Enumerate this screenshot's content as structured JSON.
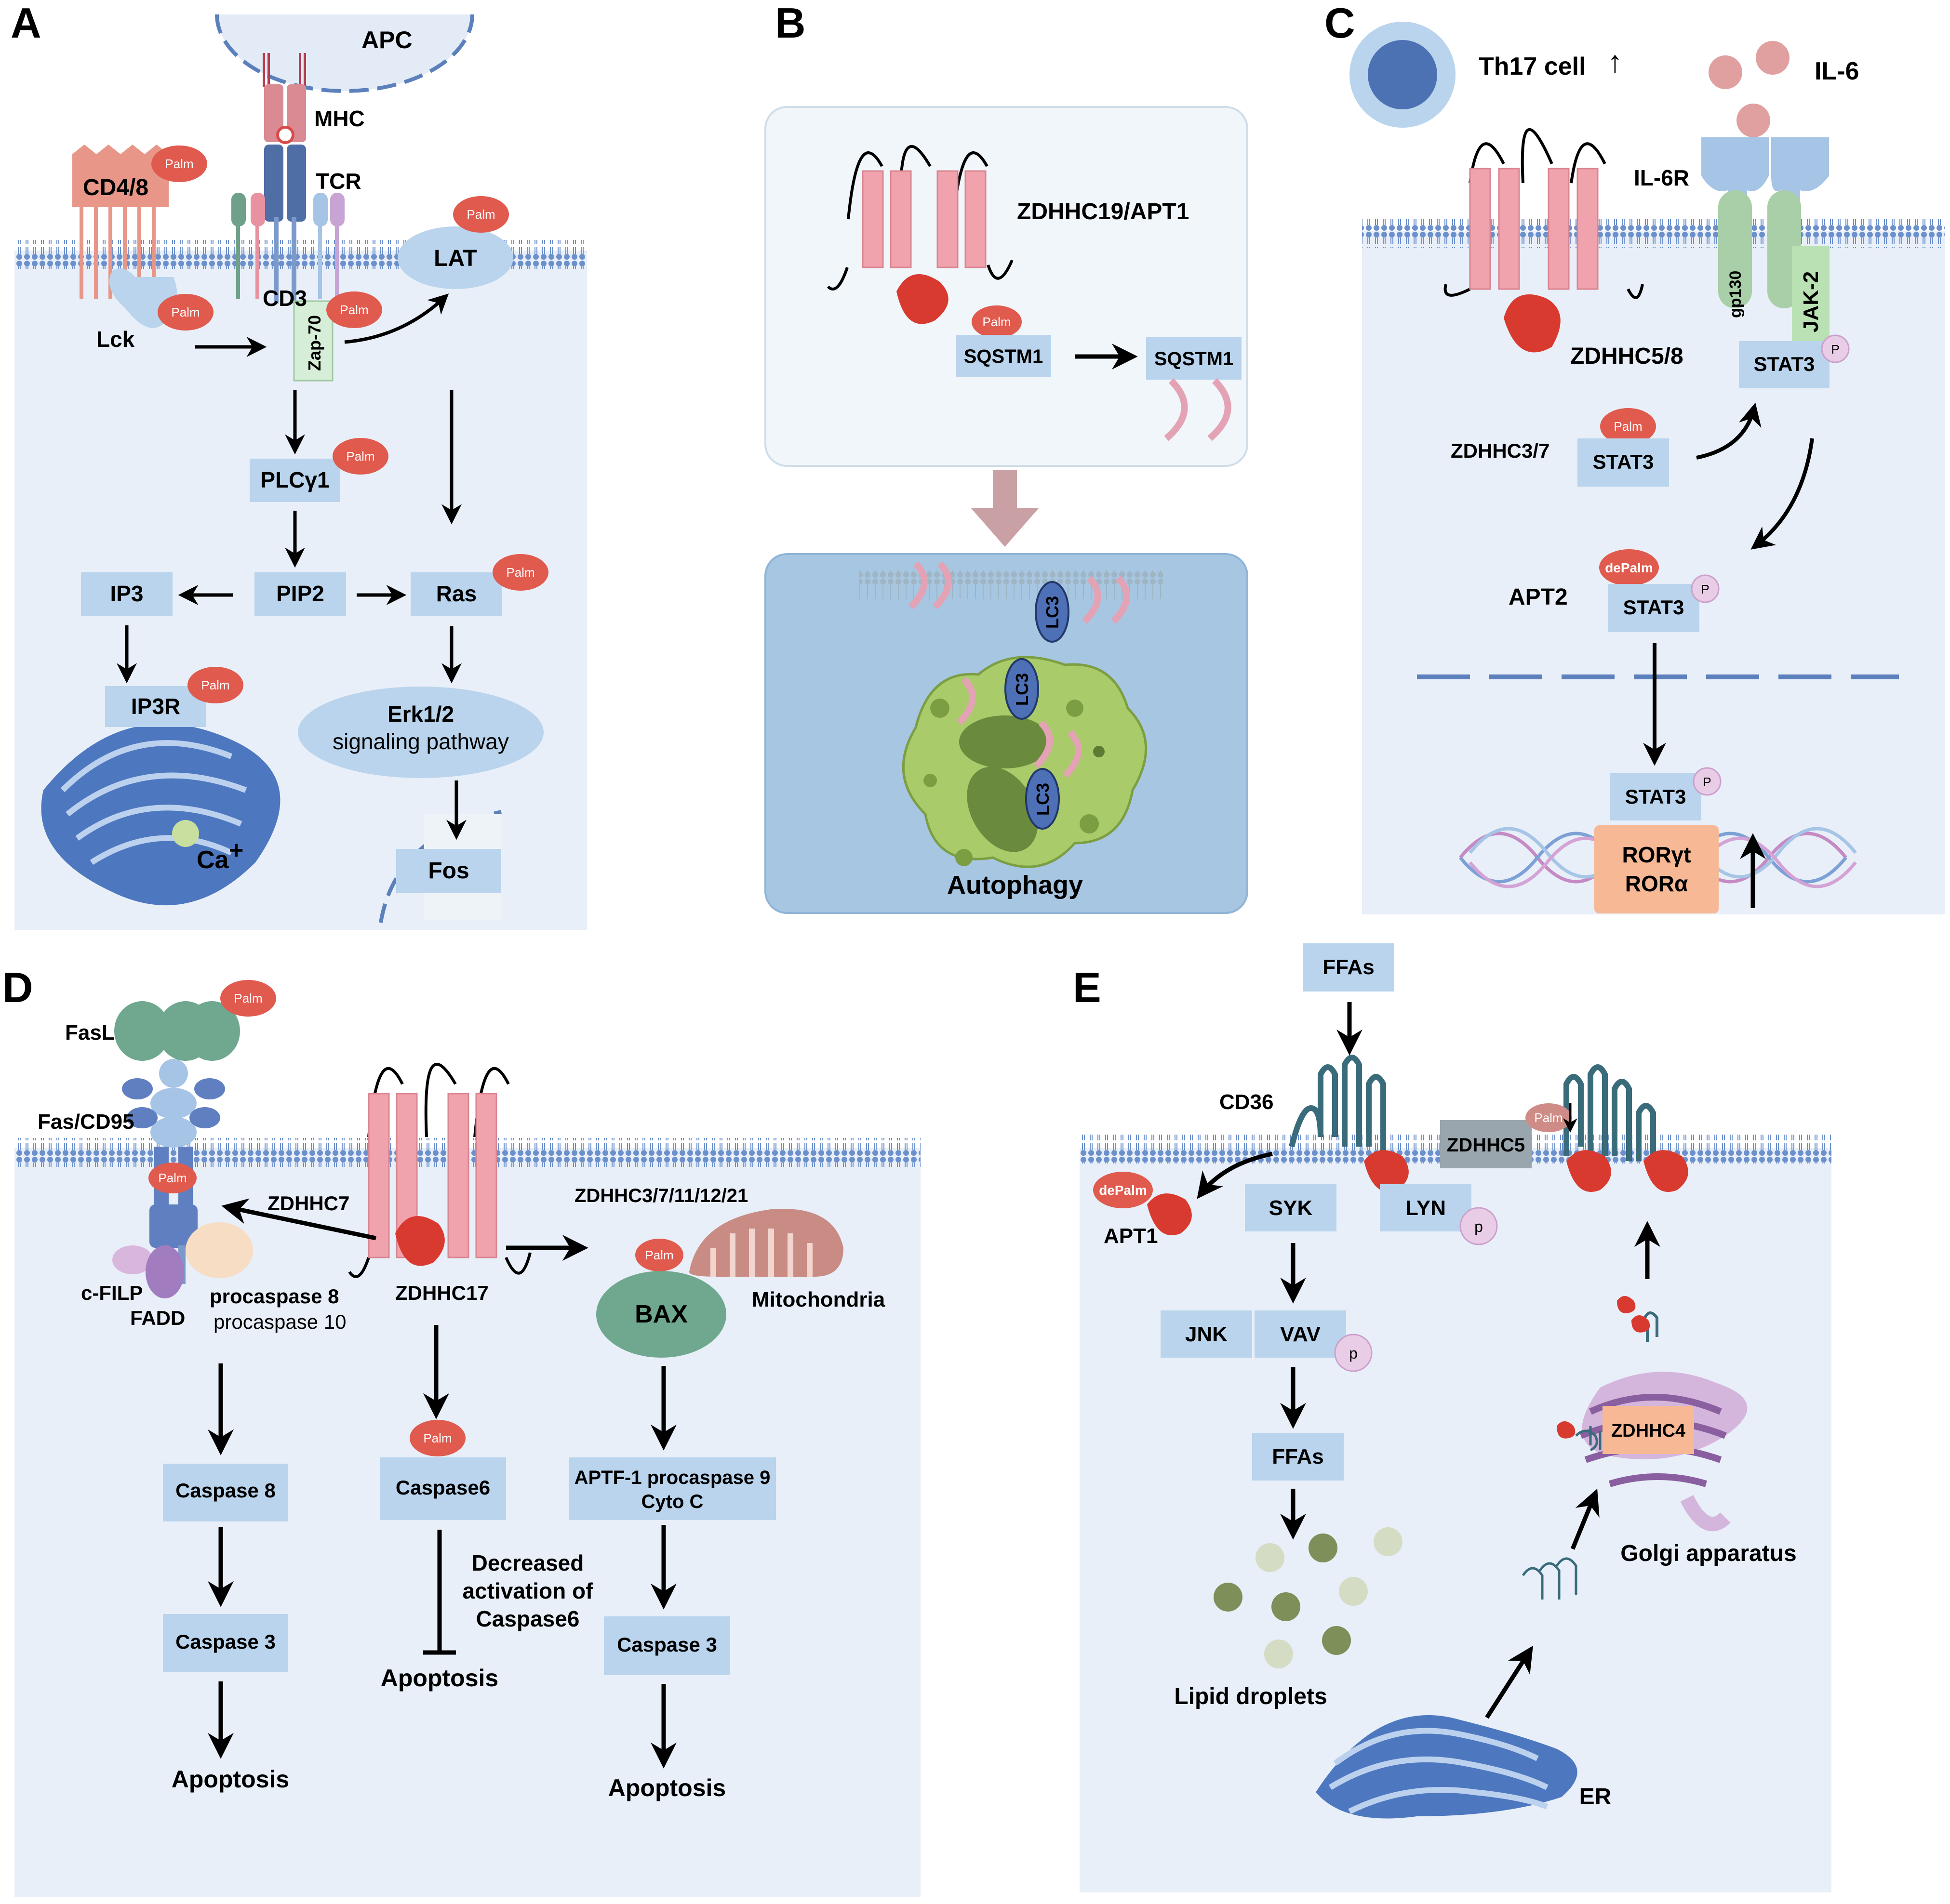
{
  "panelA": {
    "letter": "A",
    "apc": "APC",
    "mhc": "MHC",
    "tcr": "TCR",
    "cd48": "CD4/8",
    "lat": "LAT",
    "cd3": "CD3",
    "lck": "Lck",
    "zap70": "Zap-70",
    "plc": "PLCγ1",
    "ip3": "IP3",
    "pip2": "PIP2",
    "ras": "Ras",
    "ip3r": "IP3R",
    "erk1": "Erk1/2",
    "erk2": "signaling pathway",
    "ca": "Ca",
    "ca_sup": "+",
    "fos": "Fos"
  },
  "panelB": {
    "letter": "B",
    "enzyme": "ZDHHC19/APT1",
    "sqstm1a": "SQSTM1",
    "sqstm1b": "SQSTM1",
    "lc3": "LC3",
    "autophagy": "Autophagy"
  },
  "panelC": {
    "letter": "C",
    "th17": "Th17 cell",
    "up": "↑",
    "il6": "IL-6",
    "il6r": "IL-6R",
    "gp130": "gp130",
    "jak2": "JAK-2",
    "zdhhc58": "ZDHHC5/8",
    "stat3a": "STAT3",
    "zdhhc37": "ZDHHC3/7",
    "stat3b": "STAT3",
    "apt2": "APT2",
    "depalm": "dePalm",
    "stat3c": "STAT3",
    "stat3d": "STAT3",
    "ror1": "RORγt",
    "ror2": "RORα",
    "p": "P"
  },
  "panelD": {
    "letter": "D",
    "fasl": "FasL",
    "fas": "Fas/CD95",
    "zdhhc7": "ZDHHC7",
    "zdhhc_multi": "ZDHHC3/7/11/12/21",
    "cfilp": "c-FILP",
    "fadd": "FADD",
    "pc8": "procaspase 8",
    "pc10": "procaspase 10",
    "zdhhc17": "ZDHHC17",
    "bax": "BAX",
    "mito": "Mitochondria",
    "casp8": "Caspase 8",
    "casp6": "Caspase6",
    "aptf1": "APTF-1 procaspase 9",
    "cytoc": "Cyto C",
    "dec1": "Decreased",
    "dec2": "activation of",
    "dec3": "Caspase6",
    "casp3a": "Caspase 3",
    "casp3b": "Caspase 3",
    "apop1": "Apoptosis",
    "apop2": "Apoptosis",
    "apop3": "Apoptosis"
  },
  "panelE": {
    "letter": "E",
    "ffas1": "FFAs",
    "cd36": "CD36",
    "zdhhc5": "ZDHHC5",
    "depalm": "dePalm",
    "apt1": "APT1",
    "syk": "SYK",
    "lyn": "LYN",
    "jnk": "JNK",
    "vav": "VAV",
    "ffas2": "FFAs",
    "zdhhc4": "ZDHHC4",
    "golgi": "Golgi apparatus",
    "lipid": "Lipid droplets",
    "er": "ER",
    "p": "p"
  },
  "palm_label": "Palm",
  "colors": {
    "cell_bg": "#e8eff8",
    "membrane": "#6c90cc",
    "box": "#b9d4ec",
    "palm": "#e05a4e",
    "helix": "#f1a3ad",
    "zdhhc_red": "#d93a30",
    "er_blue": "#4d78c0",
    "green_cell": "#a9cb6a",
    "golgi": "#d4b6dc"
  }
}
